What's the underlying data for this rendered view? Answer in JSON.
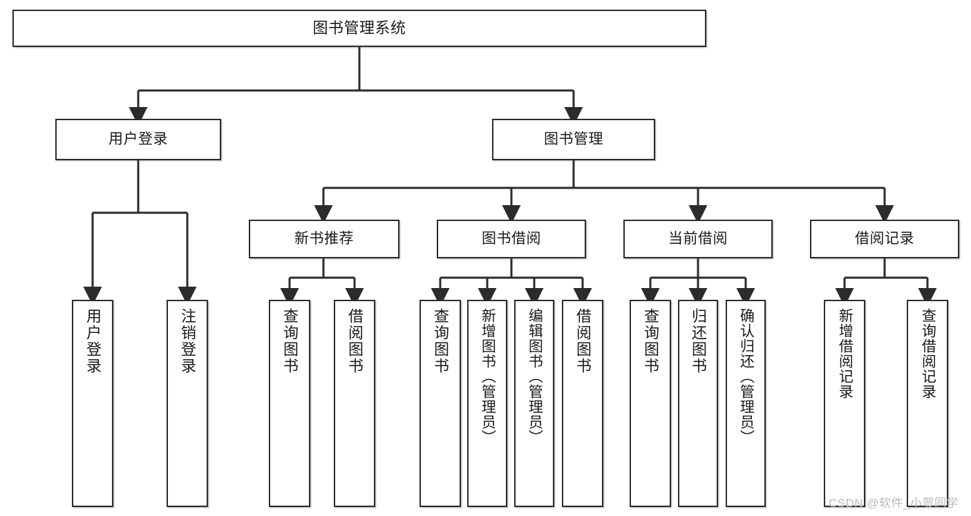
{
  "diagram": {
    "title": "图书管理系统",
    "type": "tree",
    "root": {
      "label": "图书管理系统"
    },
    "level1": [
      {
        "label": "用户登录"
      },
      {
        "label": "图书管理"
      }
    ],
    "level2": [
      {
        "label": "新书推荐"
      },
      {
        "label": "图书借阅"
      },
      {
        "label": "当前借阅"
      },
      {
        "label": "借阅记录"
      }
    ],
    "leaves": {
      "user_login": [
        {
          "label": "用户登录"
        },
        {
          "label": "注销登录"
        }
      ],
      "new_book_recommend": [
        {
          "label": "查询图书"
        },
        {
          "label": "借阅图书"
        }
      ],
      "book_borrow": [
        {
          "label": "查询图书"
        },
        {
          "label": "新增图书（管理员）"
        },
        {
          "label": "编辑图书（管理员）"
        },
        {
          "label": "借阅图书"
        }
      ],
      "current_borrow": [
        {
          "label": "查询图书"
        },
        {
          "label": "归还图书"
        },
        {
          "label": "确认归还（管理员）"
        }
      ],
      "borrow_record": [
        {
          "label": "新增借阅记录"
        },
        {
          "label": "查询借阅记录"
        }
      ]
    }
  },
  "watermark": {
    "text": "CSDN @软件_小贺同学"
  },
  "colors": {
    "stroke": "#2b2b2b",
    "fill": "#ffffff",
    "text": "#1a1a1a",
    "watermark": "#b9b9b9"
  }
}
